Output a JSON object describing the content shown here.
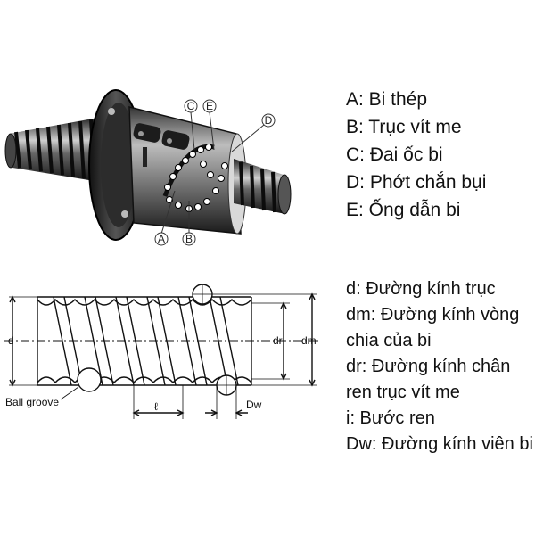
{
  "top_legend": [
    "A: Bi thép",
    "B: Trục vít me",
    "C: Đai ốc bi",
    "D: Phớt chắn bụi",
    "E: Ống dẫn bi"
  ],
  "callout_letters": [
    "A",
    "B",
    "C",
    "E",
    "D"
  ],
  "bottom_legend": [
    "d: Đường kính trục",
    "dm: Đường kính vòng chia của bi",
    "dr: Đường kính chân ren trục vít me",
    "i: Bước ren",
    "Dw: Đường kính viên bi"
  ],
  "diagram_labels": {
    "d": "d",
    "dr": "dr",
    "dm": "dm",
    "lead": "ℓ",
    "dw": "Dw",
    "ball_groove": "Ball groove"
  }
}
